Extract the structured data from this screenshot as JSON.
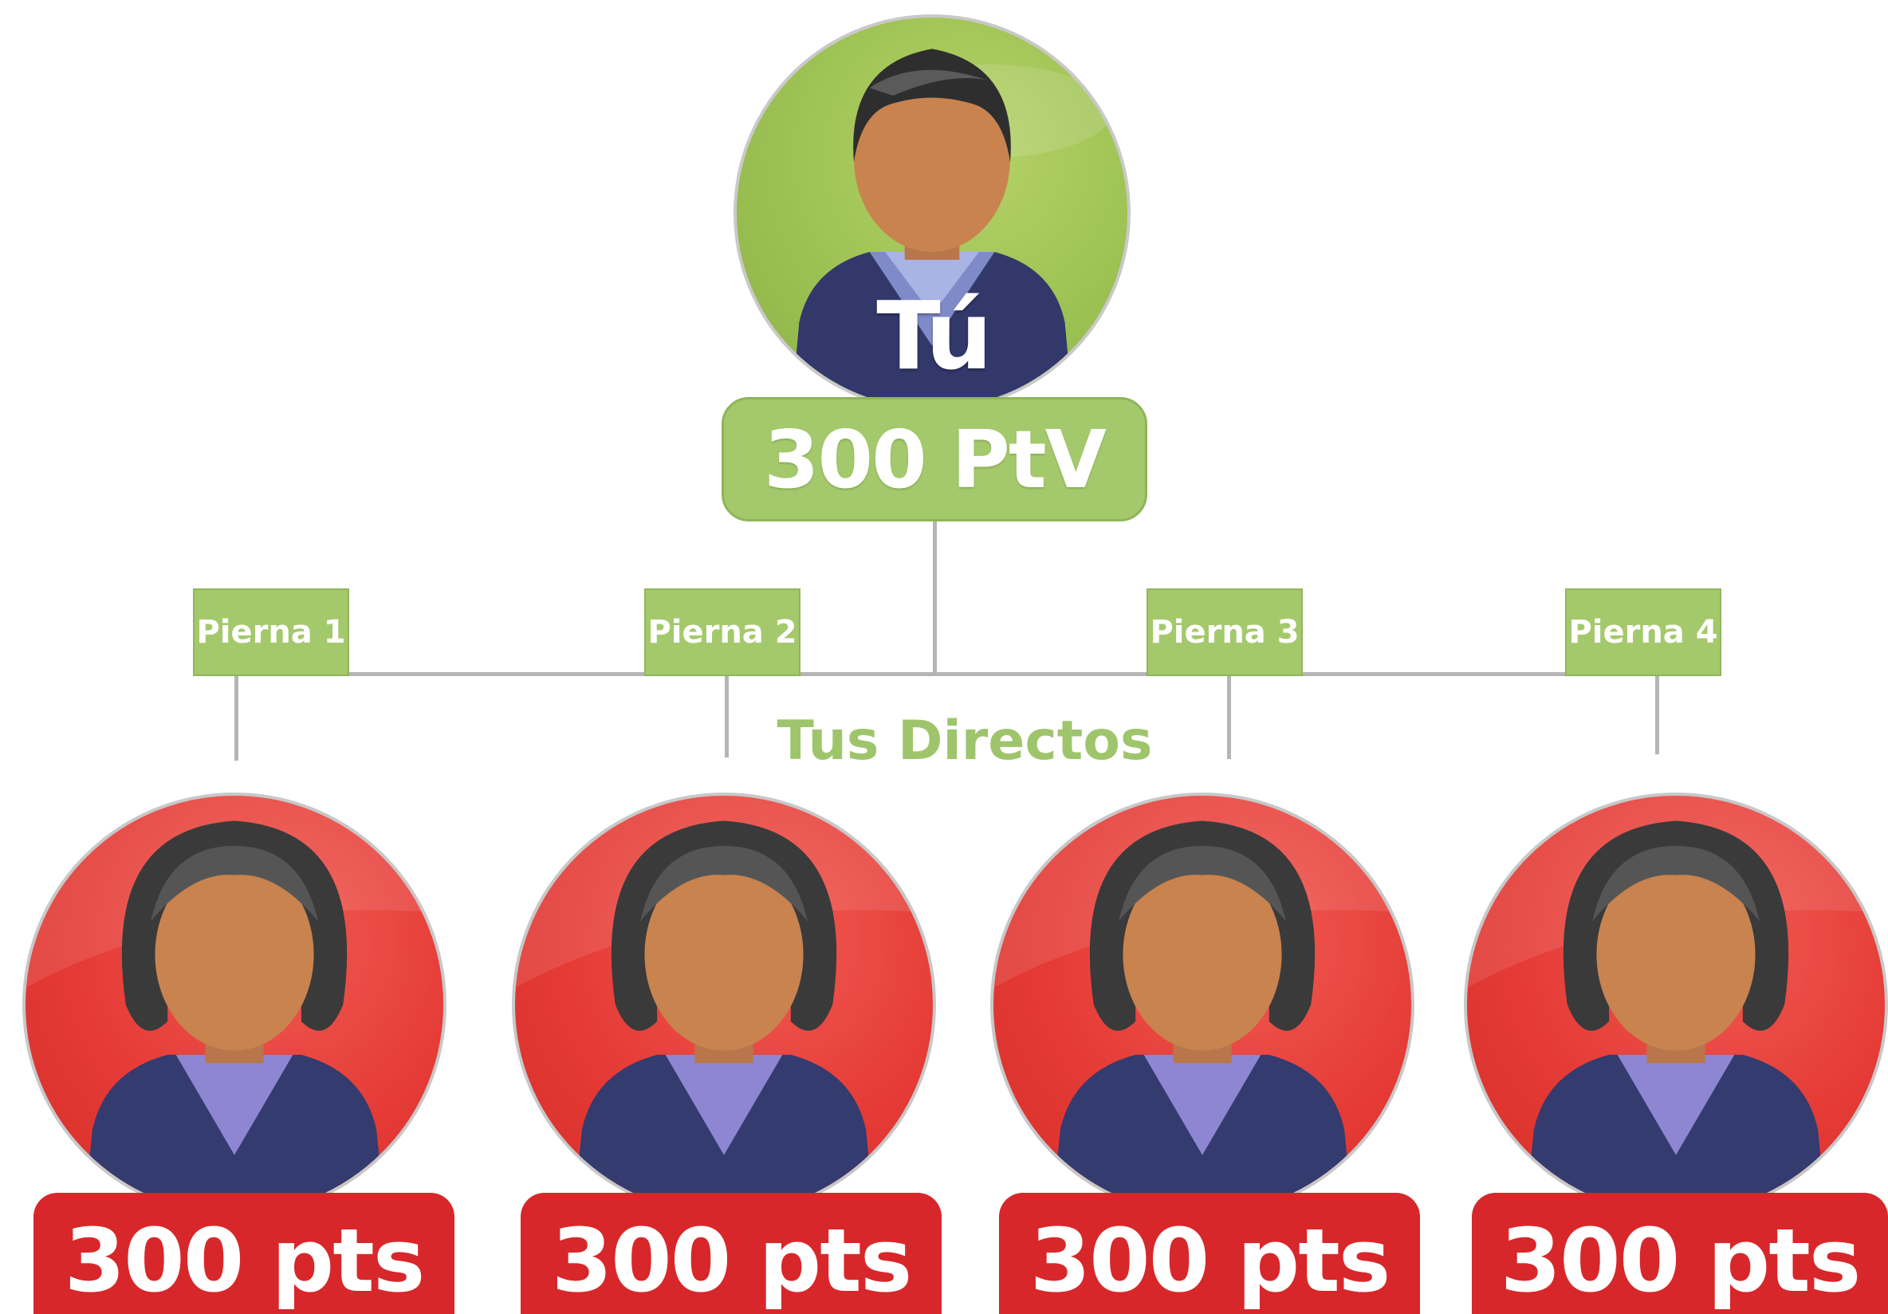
{
  "root": {
    "name": "Tú",
    "points": "300 PtV"
  },
  "legs": [
    {
      "label": "Pierna 1"
    },
    {
      "label": "Pierna 2"
    },
    {
      "label": "Pierna 3"
    },
    {
      "label": "Pierna 4"
    }
  ],
  "directs_label": "Tus Directos",
  "children": [
    {
      "points": "300 pts"
    },
    {
      "points": "300 pts"
    },
    {
      "points": "300 pts"
    },
    {
      "points": "300 pts"
    }
  ],
  "colors": {
    "root_green": "#9cc153",
    "leg_green": "#a4c96c",
    "child_red": "#e53a35",
    "badge_red": "#d8272a",
    "connector_gray": "#b5b5b5"
  },
  "icons": {
    "root": "businessman-icon",
    "child": "businesswoman-icon"
  }
}
